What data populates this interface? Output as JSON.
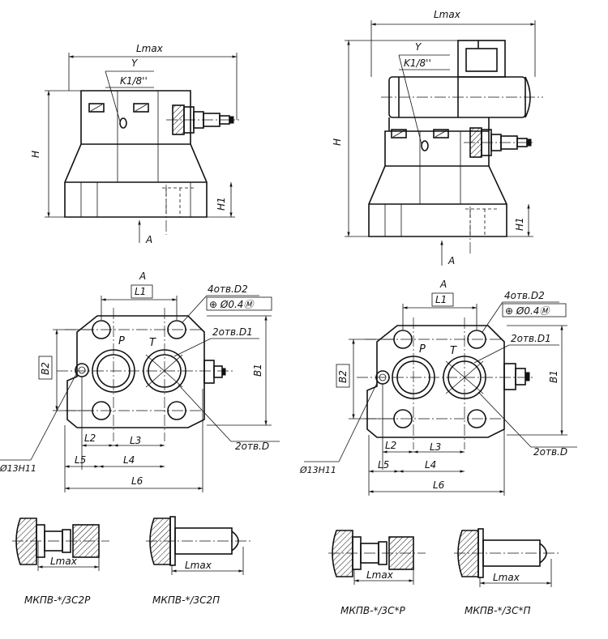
{
  "labels": {
    "lmax": "Lmax",
    "h": "H",
    "h1": "H1",
    "y": "Y",
    "thread": "K1/8''",
    "view_a": "A",
    "l1": "L1",
    "l2": "L2",
    "l3": "L3",
    "l4": "L4",
    "l5": "L5",
    "l6": "L6",
    "b1": "B1",
    "b2": "B2",
    "holes_d2": "4отв.D2",
    "tolerance": "⊕ Ø0.4Ⓜ",
    "holes_d1": "2отв.D1",
    "holes_d": "2отв.D",
    "port_p": "P",
    "port_t": "T",
    "pin": "Ø13H11"
  },
  "variants": {
    "c2p": "МКПВ-*/3С2Р",
    "c2pi": "МКПВ-*/3С2П",
    "cp": "МКПВ-*/3С*Р",
    "cpi": "МКПВ-*/3С*П"
  }
}
